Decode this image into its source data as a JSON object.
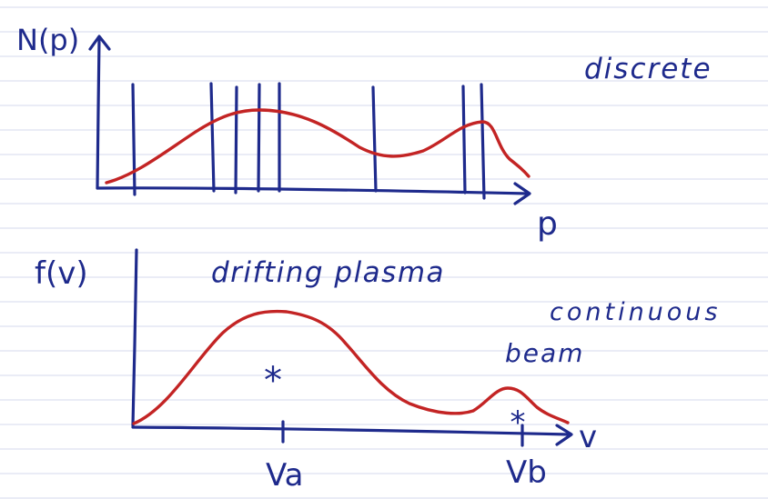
{
  "colors": {
    "ink": "#1e2a8c",
    "curve": "#c32424",
    "ruled_line": "#d6d9ee",
    "paper": "#ffffff"
  },
  "top_plot": {
    "y_label": "N(p)",
    "x_label": "p",
    "annotation": "discrete"
  },
  "bottom_plot": {
    "y_label": "f(v)",
    "x_label": "v",
    "annotation_plasma": "drifting plasma",
    "annotation_type": "continuous",
    "annotation_beam": "beam",
    "tick_a": "Va",
    "tick_b": "Vb",
    "marker_a": "*",
    "marker_b": "*"
  }
}
